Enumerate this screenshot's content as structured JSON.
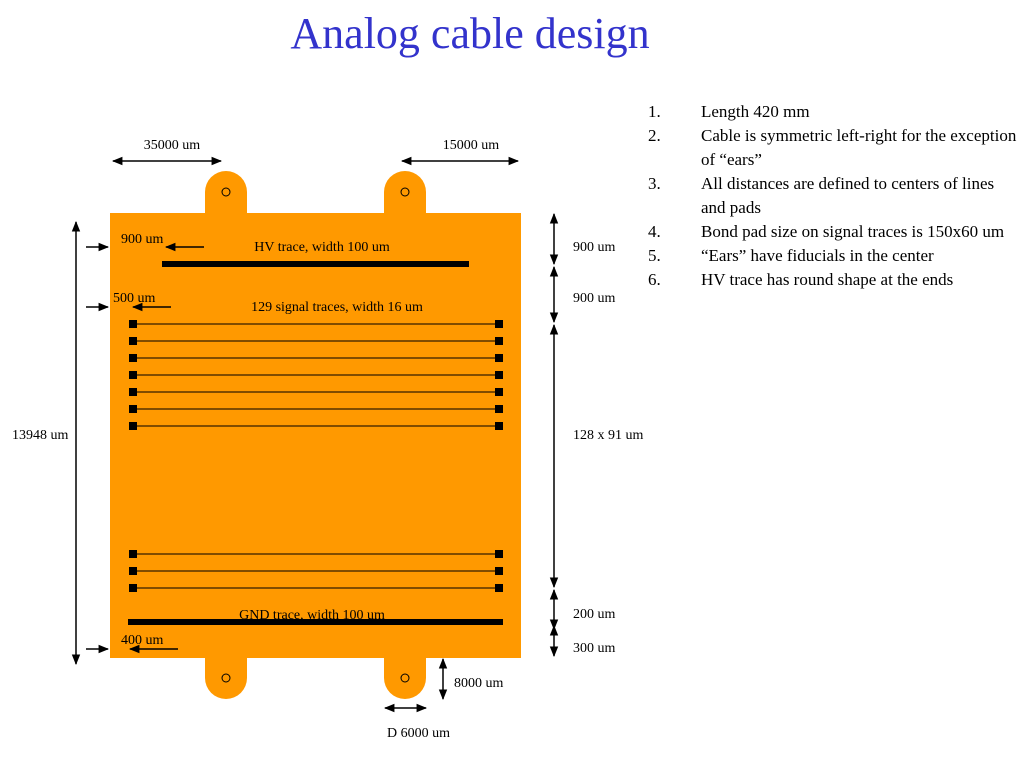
{
  "title": "Analog cable design",
  "colors": {
    "cable": "#ff9900",
    "title": "#3333cc",
    "trace": "#000000"
  },
  "notes": [
    {
      "num": "1.",
      "text": "Length 420 mm"
    },
    {
      "num": "2.",
      "text": "Cable is symmetric left-right for the exception of “ears”"
    },
    {
      "num": "3.",
      "text": "All distances are defined to centers of lines and pads"
    },
    {
      "num": "4.",
      "text": "Bond pad size on signal traces is 150x60 um"
    },
    {
      "num": "5.",
      "text": "“Ears” have fiducials in the center"
    },
    {
      "num": "6.",
      "text": "HV trace has round shape at the ends"
    }
  ],
  "labels": {
    "left_ear_offset": "35000 um",
    "right_ear_offset": "15000 um",
    "hv_offset_left": "900 um",
    "signal_offset_left": "500 um",
    "gnd_offset_left": "400 um",
    "total_height": "13948 um",
    "hv_trace": "HV trace, width 100 um",
    "signal_traces": "129 signal traces, width 16 um",
    "gnd_trace": "GND trace, width 100 um",
    "right_900_a": "900 um",
    "right_900_b": "900 um",
    "right_pitch": "128 x 91 um",
    "right_200": "200 um",
    "right_300": "300 um",
    "ear_height": "8000 um",
    "ear_diameter": "D 6000 um"
  }
}
